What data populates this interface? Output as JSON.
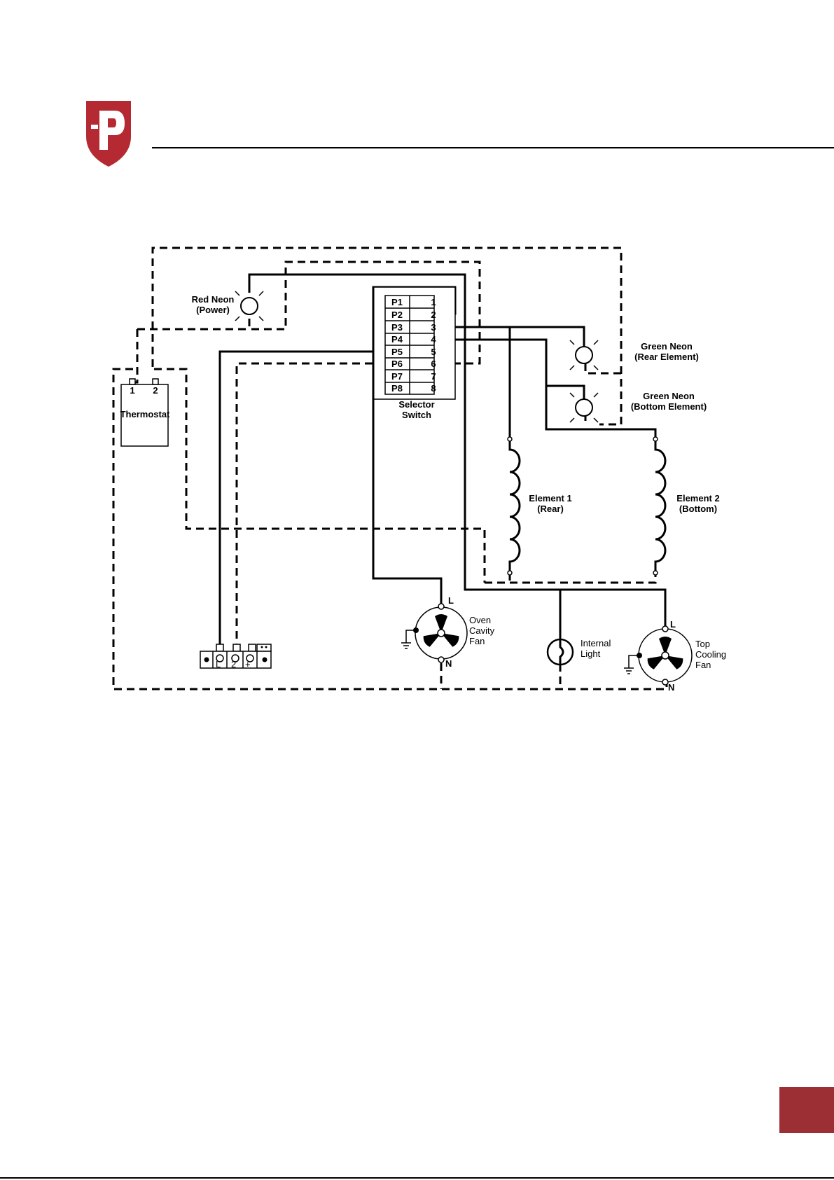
{
  "brand": {
    "logo_icon": "shield-p-logo-icon",
    "color": "#b52a32"
  },
  "colors": {
    "accent": "#9b2f33",
    "line": "#000000"
  },
  "diagram": {
    "red_neon": {
      "line1": "Red Neon",
      "line2": "(Power)"
    },
    "green_neon_rear": {
      "line1": "Green Neon",
      "line2": "(Rear Element)"
    },
    "green_neon_bottom": {
      "line1": "Green Neon",
      "line2": "(Bottom Element)"
    },
    "thermostat": {
      "label": "Thermostat",
      "terminal1": "1",
      "terminal2": "2"
    },
    "selector_switch": {
      "line1": "Selector",
      "line2": "Switch",
      "rows": [
        {
          "p": "P1",
          "n": "1"
        },
        {
          "p": "P2",
          "n": "2"
        },
        {
          "p": "P3",
          "n": "3"
        },
        {
          "p": "P4",
          "n": "4"
        },
        {
          "p": "P5",
          "n": "5"
        },
        {
          "p": "P6",
          "n": "6"
        },
        {
          "p": "P7",
          "n": "7"
        },
        {
          "p": "P8",
          "n": "8"
        }
      ]
    },
    "element1": {
      "line1": "Element 1",
      "line2": "(Rear)"
    },
    "element2": {
      "line1": "Element 2",
      "line2": "(Bottom)"
    },
    "oven_fan": {
      "line1": "Oven",
      "line2": "Cavity",
      "line3": "Fan",
      "live": "L",
      "neutral": "N"
    },
    "internal_light": {
      "line1": "Internal",
      "line2": "Light"
    },
    "top_fan": {
      "line1": "Top",
      "line2": "Cooling",
      "line3": "Fan",
      "live": "L",
      "neutral": "N"
    },
    "terminal_block": {
      "mark1": "L",
      "mark2": "2",
      "mark3": "+"
    }
  }
}
